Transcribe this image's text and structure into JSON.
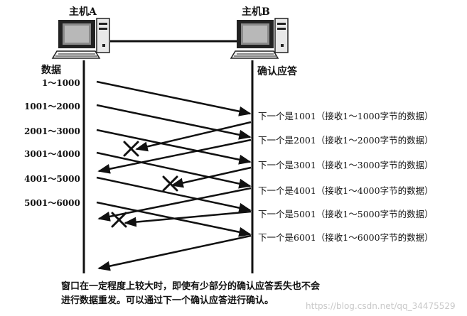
{
  "hosts": {
    "a": {
      "label": "主机A"
    },
    "b": {
      "label": "主机B"
    }
  },
  "left_column_title": "数据",
  "right_column_title": "确认应答",
  "segments": [
    "1～1000",
    "1001～2000",
    "2001～3000",
    "3001～4000",
    "4001～5000",
    "5001～6000"
  ],
  "acks": [
    "下一个是1001（接收1～1000字节的数据）",
    "下一个是2001（接收1～2000字节的数据）",
    "下一个是3001（接收1～3000字节的数据）",
    "下一个是4001（接收1～4000字节的数据）",
    "下一个是5001（接收1～5000字节的数据）",
    "下一个是6001（接收1～6000字节的数据）"
  ],
  "lost_ack_indices": [
    0,
    2,
    4
  ],
  "note": {
    "line1": "窗口在一定程度上较大时，即使有少部分的确认应答丢失也不会",
    "line2": "进行数据重发。可以通过下一个确认应答进行确认。"
  },
  "watermark": "https://blog.csdn.net/qq_34475529"
}
